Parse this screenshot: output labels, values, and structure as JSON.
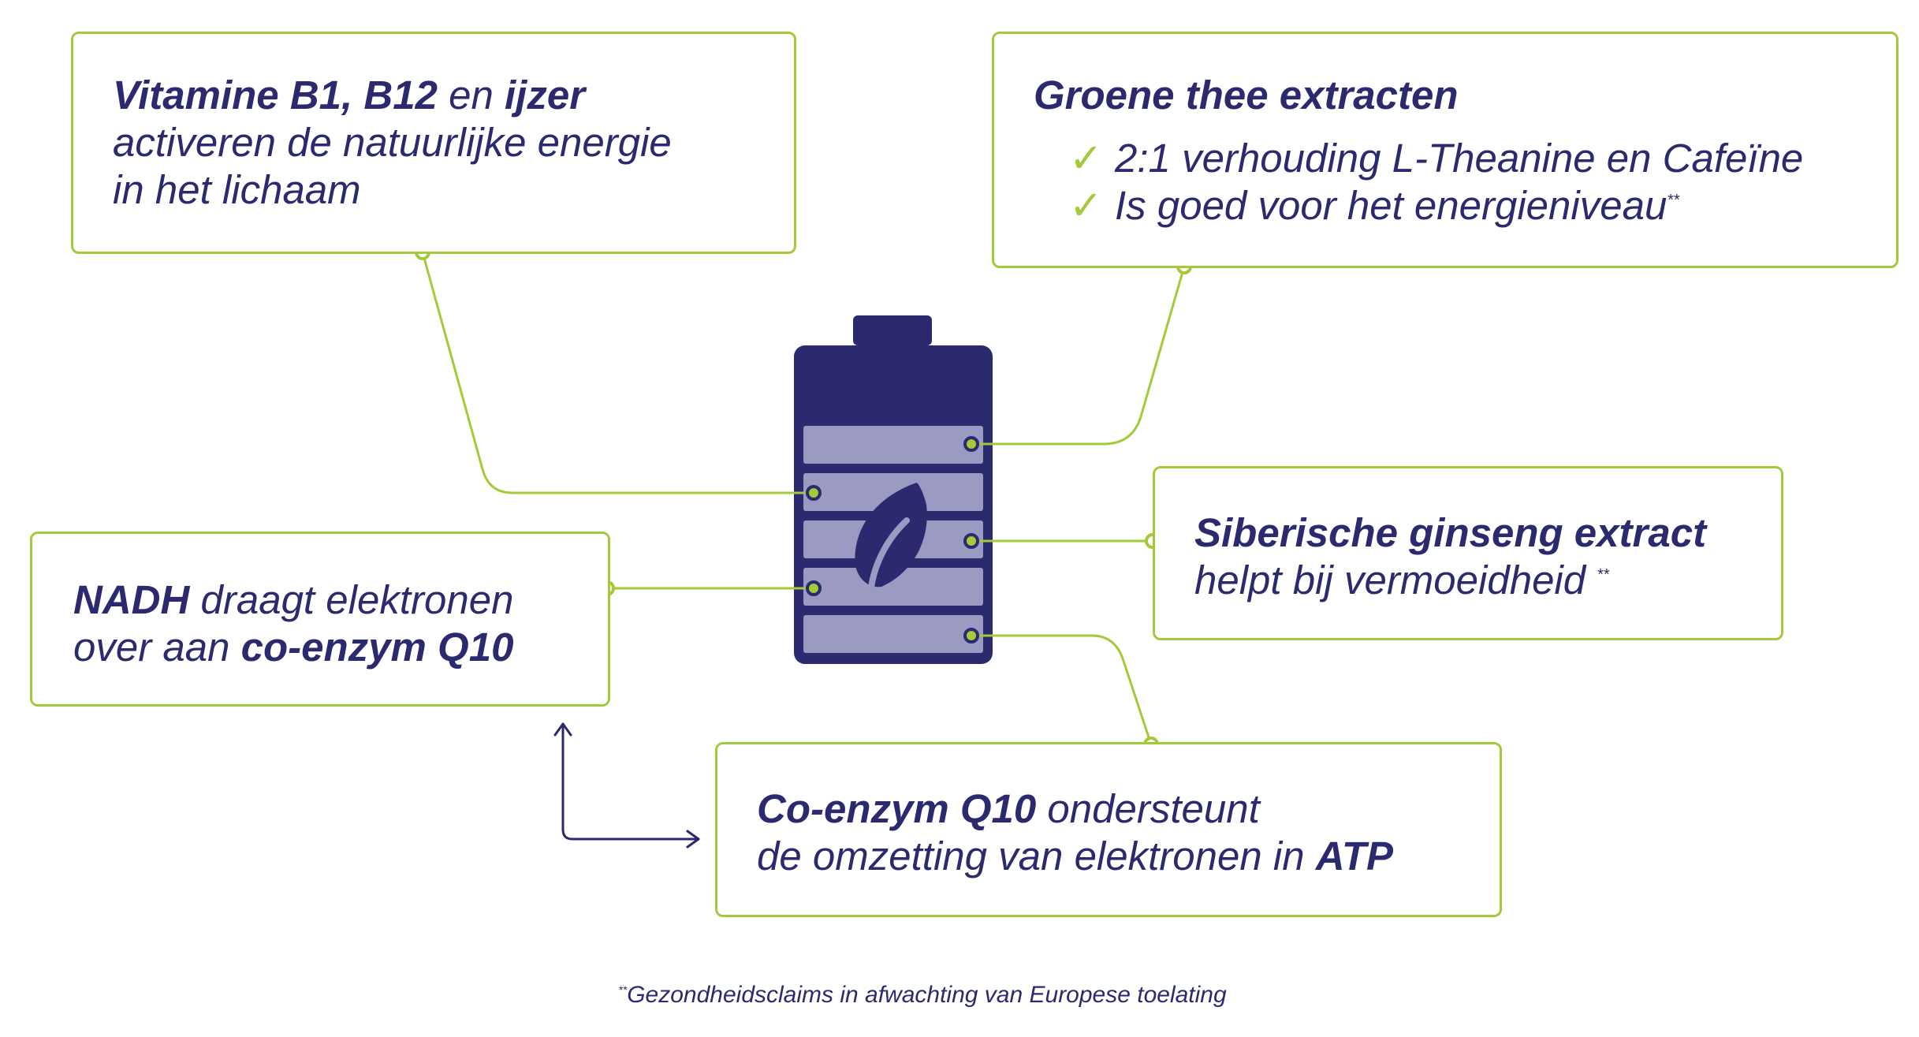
{
  "boxes": {
    "vitamins": {
      "bold1": "Vitamine B1, B12",
      "mid1": " en ",
      "bold2": "ijzer",
      "line2": "activeren de natuurlijke energie",
      "line3": "in het lichaam"
    },
    "green_tea": {
      "title": "Groene thee extracten",
      "items": [
        "2:1 verhouding L-Theanine en Cafeïne",
        "Is goed voor het energieniveau"
      ],
      "item2_sup": "**"
    },
    "ginseng": {
      "bold": "Siberische ginseng extract",
      "line2": "helpt bij vermoeidheid",
      "sup": "**"
    },
    "nadh": {
      "bold1": "NADH",
      "rest1": " draagt elektronen",
      "plain2": "over aan ",
      "bold2": "co-enzym Q10"
    },
    "coq10": {
      "bold1": "Co-enzym Q10",
      "rest1": " ondersteunt",
      "plain2": "de omzetting van elektronen in ",
      "bold2": "ATP"
    }
  },
  "footnote": {
    "sup": "**",
    "text": "Gezondheidsclaims in afwachting van Europese toelating"
  },
  "icons": {
    "check": "check-icon",
    "battery": "battery-icon",
    "leaf": "leaf-icon"
  },
  "colors": {
    "navy": "#2b2a6e",
    "green": "#a4c93a",
    "cell": "#9a9ac2"
  }
}
